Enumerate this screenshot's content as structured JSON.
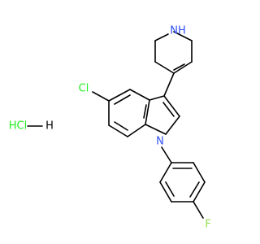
{
  "molecule": {
    "atoms": {
      "nh": "NH",
      "cl": "Cl",
      "n": "N",
      "f": "F"
    },
    "salt": {
      "acid": "HCl",
      "h": "H"
    }
  },
  "colors": {
    "bond": "#000000",
    "nitrogen": "#3050F8",
    "chlorine": "#1FF01F",
    "fluorine": "#90E050",
    "hydrogen_chloride": "#1FF01F"
  }
}
